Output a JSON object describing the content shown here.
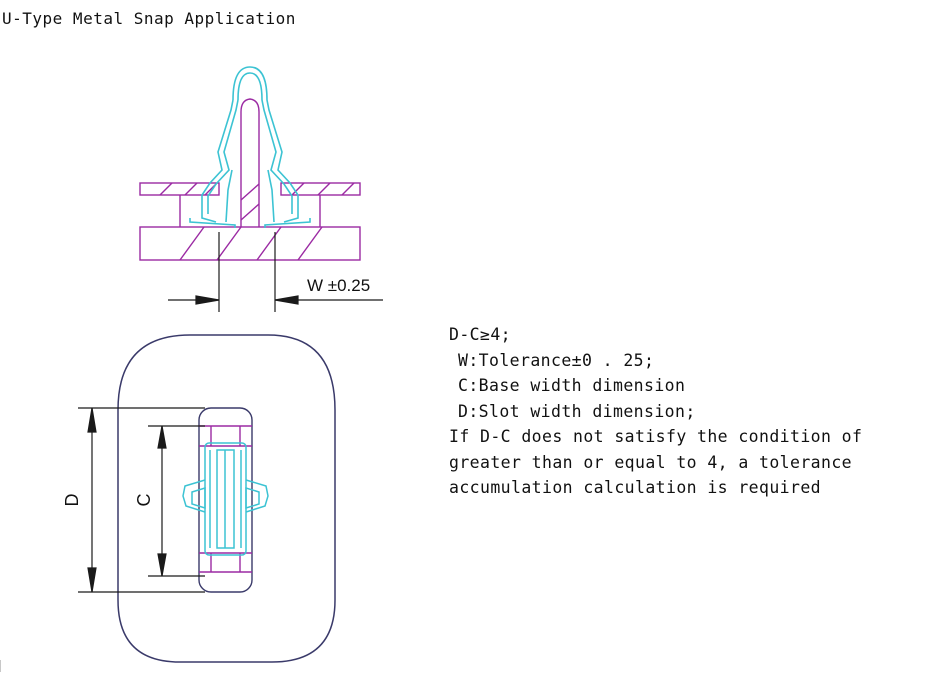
{
  "title": "U-Type Metal Snap Application",
  "labels": {
    "w_dimension": "W ±0.25",
    "d_dimension": "D",
    "c_dimension": "C"
  },
  "notes": [
    "D-C≥4;",
    "W:Tolerance±0 . 25;",
    "C:Base width dimension",
    "D:Slot width dimension;",
    "If D-C does not satisfy the condition of",
    "greater than or equal to 4, a tolerance",
    "accumulation calculation is required"
  ],
  "colors": {
    "panel_outline": "#9b2aa3",
    "clip_outline": "#3cc3d3",
    "dimension_line": "#1a1a1a",
    "rounded_outline": "#3a3a6a"
  }
}
